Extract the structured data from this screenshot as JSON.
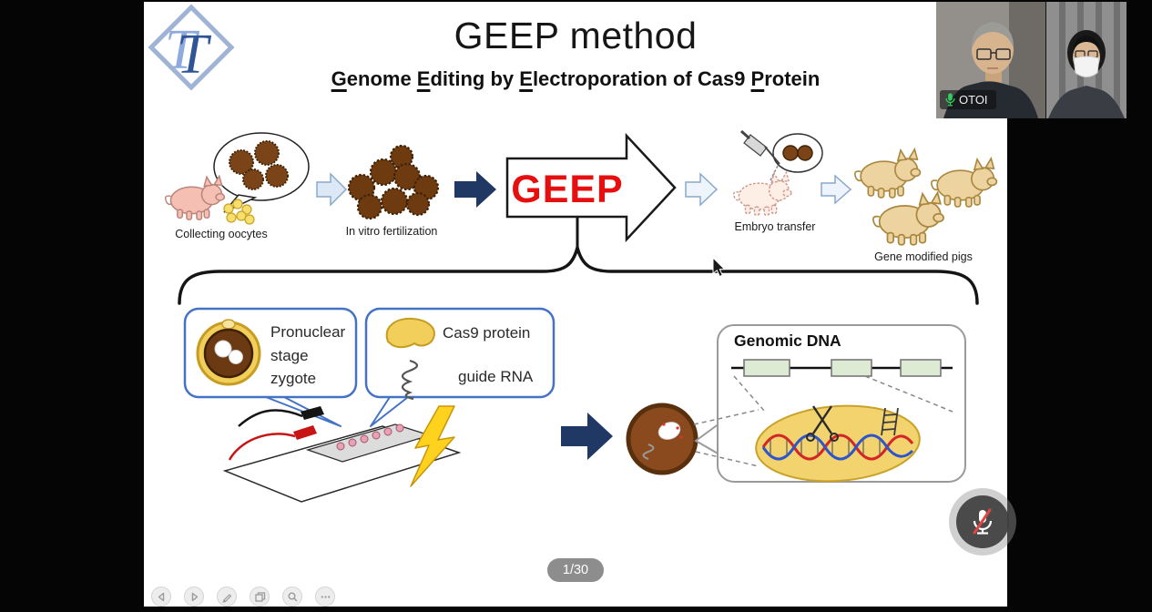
{
  "slide": {
    "logo_text": "T",
    "title": "GEEP method",
    "subtitle": {
      "u1": "G",
      "t1": "enome ",
      "u2": "E",
      "t2": "diting by ",
      "u3": "E",
      "t3": "lectroporation of Cas9 ",
      "u4": "P",
      "t4": "rotein"
    },
    "flow": {
      "step1_label": "Collecting oocytes",
      "step2_label": "In vitro fertilization",
      "geep_label": "GEEP",
      "step4_label": "Embryo transfer",
      "step5_label": "Gene modified pigs"
    },
    "details": {
      "callout1_line1": "Pronuclear",
      "callout1_line2": "stage",
      "callout1_line3": "zygote",
      "callout2_line1": "Cas9 protein",
      "callout2_line2": "guide RNA",
      "genomic_title": "Genomic DNA"
    }
  },
  "meeting": {
    "participant_name": "OTOI",
    "self_mic_muted": true
  },
  "viewer": {
    "page_indicator": "1/30",
    "control_icons": [
      "previous-arrow",
      "next-arrow",
      "pen",
      "slides",
      "magnifier",
      "more-dots"
    ]
  },
  "colors": {
    "geep_red": "#e60f0f",
    "arrow_navy": "#1f3864",
    "light_arrow_fill": "#e8f0f9",
    "callout_border": "#4472c4",
    "gene_box_green": "#ddebd4",
    "protein_yellow": "#f2cf5b",
    "mic_on_green": "#2fd05e",
    "mute_red": "#e04545"
  }
}
